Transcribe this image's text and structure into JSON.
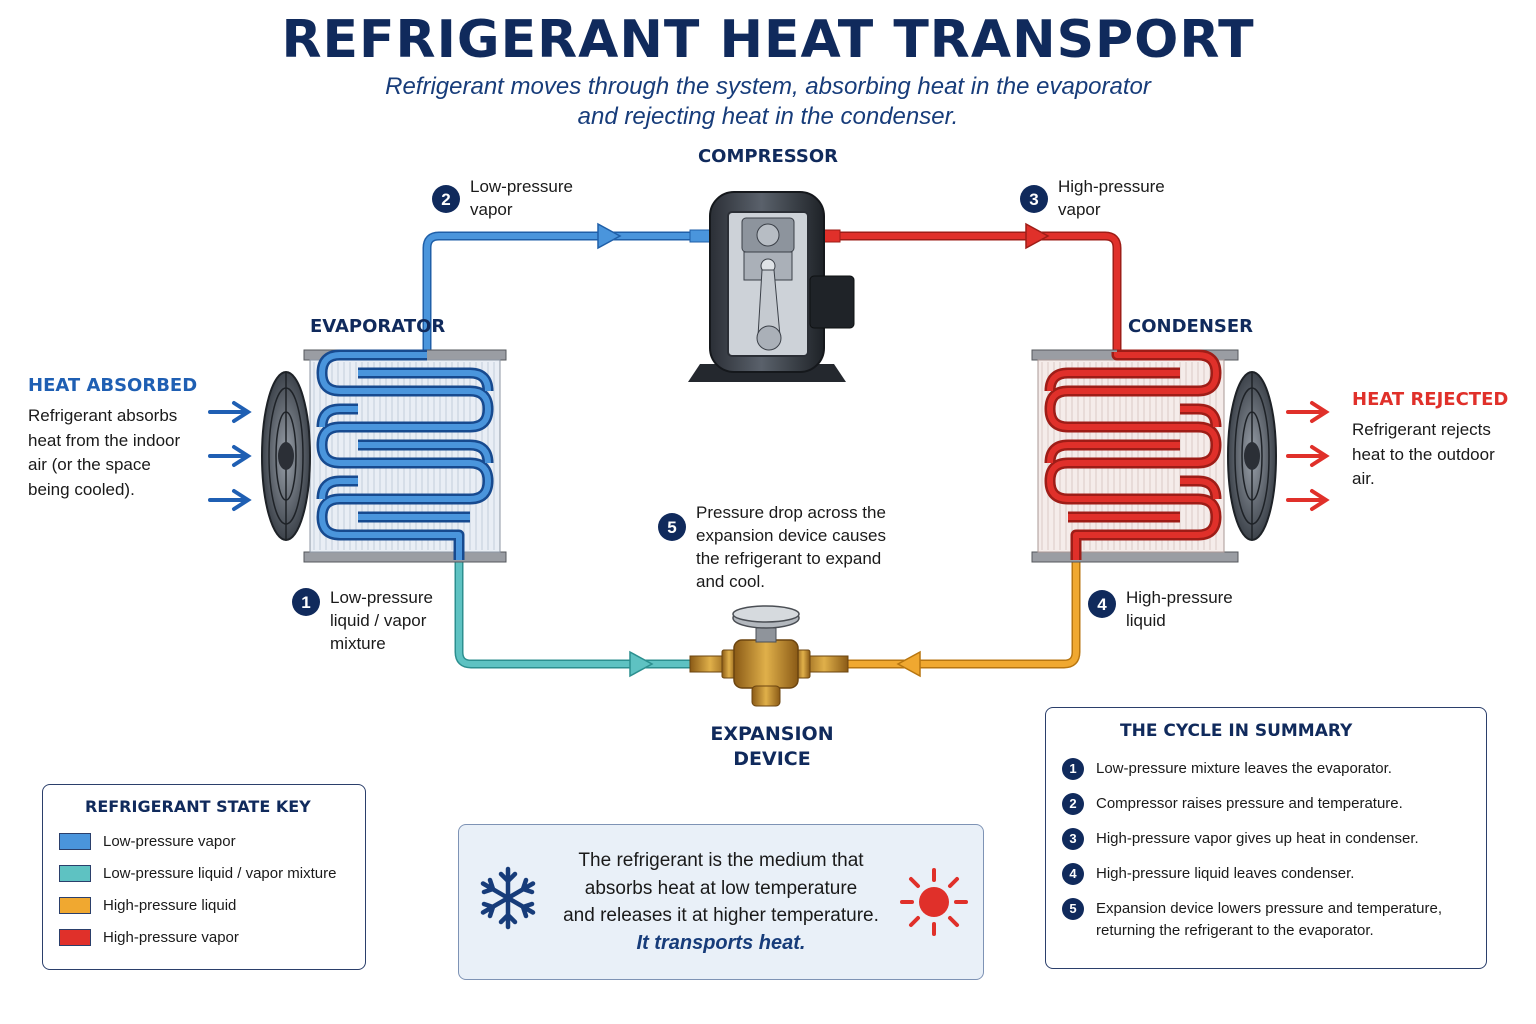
{
  "title": "REFRIGERANT HEAT TRANSPORT",
  "subtitle": [
    "Refrigerant moves through the system, absorbing heat in the evaporator",
    "and rejecting heat in the condenser."
  ],
  "components": {
    "compressor": "COMPRESSOR",
    "evaporator": "EVAPORATOR",
    "condenser": "CONDENSER",
    "expansion_device": [
      "EXPANSION",
      "DEVICE"
    ]
  },
  "steps": [
    {
      "number": "1",
      "lines": [
        "Low-pressure",
        "liquid / vapor",
        "mixture"
      ]
    },
    {
      "number": "2",
      "lines": [
        "Low-pressure",
        "vapor"
      ]
    },
    {
      "number": "3",
      "lines": [
        "High-pressure",
        "vapor"
      ]
    },
    {
      "number": "4",
      "lines": [
        "High-pressure",
        "liquid"
      ]
    },
    {
      "number": "5",
      "lines": [
        "Pressure drop across the",
        "expansion device causes",
        "the refrigerant to expand",
        "and cool."
      ]
    }
  ],
  "heat_absorbed": {
    "heading": "HEAT ABSORBED",
    "lines": [
      "Refrigerant absorbs",
      "heat from the indoor",
      "air (or the space",
      "being cooled)."
    ],
    "color": "#1f5fb3"
  },
  "heat_rejected": {
    "heading": "HEAT REJECTED",
    "lines": [
      "Refrigerant rejects",
      "heat to the outdoor",
      "air."
    ],
    "color": "#e0302a"
  },
  "key": {
    "title": "REFRIGERANT STATE KEY",
    "items": [
      {
        "label": "Low-pressure vapor",
        "color": "#4a95dc"
      },
      {
        "label": "Low-pressure liquid / vapor mixture",
        "color": "#5ec2c2"
      },
      {
        "label": "High-pressure liquid",
        "color": "#f0a830"
      },
      {
        "label": "High-pressure vapor",
        "color": "#e0302a"
      }
    ]
  },
  "center_note": {
    "lines": [
      "The refrigerant is the medium that",
      "absorbs heat at low temperature",
      "and releases it at higher temperature."
    ],
    "emphasis": "It transports heat.",
    "icons": [
      "snowflake-icon",
      "sun-icon"
    ]
  },
  "summary": {
    "title": "THE CYCLE IN SUMMARY",
    "items": [
      {
        "number": "1",
        "lines": [
          "Low-pressure mixture leaves the evaporator."
        ]
      },
      {
        "number": "2",
        "lines": [
          "Compressor raises pressure and temperature."
        ]
      },
      {
        "number": "3",
        "lines": [
          "High-pressure vapor gives up heat in condenser."
        ]
      },
      {
        "number": "4",
        "lines": [
          "High-pressure liquid leaves condenser."
        ]
      },
      {
        "number": "5",
        "lines": [
          "Expansion device lowers pressure and temperature,",
          "returning the refrigerant to the evaporator."
        ]
      }
    ]
  }
}
